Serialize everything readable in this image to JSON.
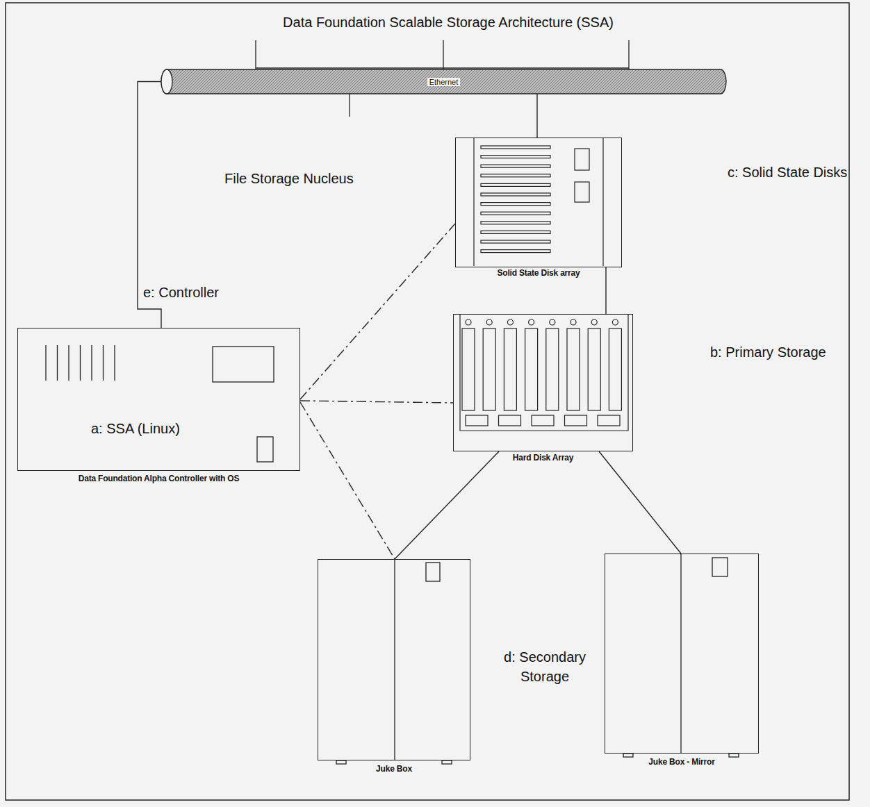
{
  "diagram": {
    "title": "Data Foundation Scalable Storage Architecture (SSA)",
    "nodes": [
      {
        "text": [
          "Ethernet"
        ]
      },
      {
        "text": [
          "Solid State Disk array"
        ]
      },
      {
        "text": [
          "a: SSA (Linux)",
          "Data Foundation Alpha Controller with OS"
        ]
      },
      {
        "text": [
          "Hard Disk Array"
        ]
      },
      {
        "text": [
          "Juke Box"
        ]
      },
      {
        "text": [
          "Juke Box - Mirror"
        ]
      }
    ],
    "edges": [
      {
        "from": 0,
        "to": 2,
        "arrow": "none"
      },
      {
        "from": 0,
        "to": 1,
        "arrow": "none"
      },
      {
        "from": 1,
        "to": 3,
        "arrow": "none"
      },
      {
        "from": 3,
        "to": 4,
        "arrow": "none"
      },
      {
        "from": 3,
        "to": 5,
        "arrow": "none"
      },
      {
        "from": 2,
        "to": 1,
        "arrow": "none"
      },
      {
        "from": 2,
        "to": 3,
        "arrow": "none"
      },
      {
        "from": 2,
        "to": 4,
        "arrow": "none"
      }
    ],
    "labels": [
      "File Storage Nucleus",
      "c: Solid State Disks",
      "b: Primary Storage",
      "d: Secondary Storage",
      "e: Controller"
    ]
  }
}
